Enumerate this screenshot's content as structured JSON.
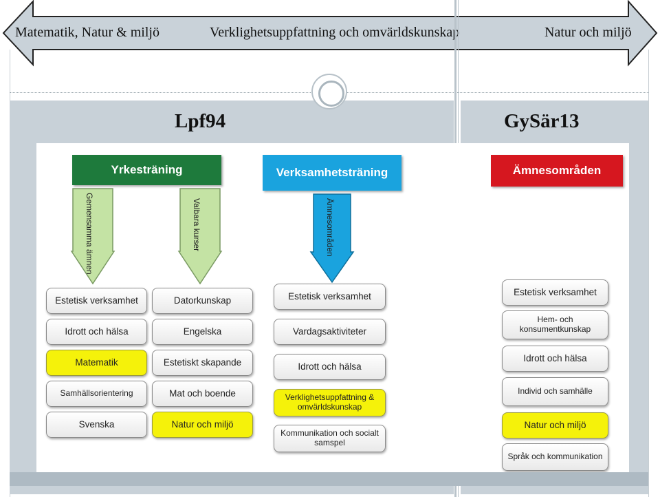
{
  "banner": {
    "left": "Matematik, Natur & miljö",
    "center": "Verklighetsuppfattning och omvärldskunskap",
    "right": "Natur och miljö"
  },
  "headings": {
    "left": "Lpf94",
    "right": "GySär13"
  },
  "lpf94": {
    "yrkestraning": {
      "title": "Yrkesträning",
      "color": "#1e7a3c",
      "arrows": [
        "Gemensamma ämnen",
        "Valbara kurser"
      ],
      "col1": [
        {
          "label": "Estetisk verksamhet",
          "highlight": false
        },
        {
          "label": "Idrott och hälsa",
          "highlight": false
        },
        {
          "label": "Matematik",
          "highlight": true
        },
        {
          "label": "Samhällsorientering",
          "highlight": false
        },
        {
          "label": "Svenska",
          "highlight": false
        }
      ],
      "col2": [
        {
          "label": "Datorkunskap",
          "highlight": false
        },
        {
          "label": "Engelska",
          "highlight": false
        },
        {
          "label": "Estetiskt skapande",
          "highlight": false
        },
        {
          "label": "Mat och boende",
          "highlight": false
        },
        {
          "label": "Natur och miljö",
          "highlight": true
        }
      ]
    },
    "verksamhetstraning": {
      "title": "Verksamhetsträning",
      "color": "#1aa3de",
      "arrow": "Ämnesområden",
      "items": [
        {
          "label": "Estetisk verksamhet",
          "highlight": false
        },
        {
          "label": "Vardagsaktiviteter",
          "highlight": false
        },
        {
          "label": "Idrott och hälsa",
          "highlight": false
        },
        {
          "label": "Verklighetsuppfattning & omvärldskunskap",
          "highlight": true
        },
        {
          "label": "Kommunikation och socialt samspel",
          "highlight": false
        }
      ]
    }
  },
  "gysar13": {
    "title": "Ämnesområden",
    "color": "#d6171f",
    "items": [
      {
        "label": "Estetisk verksamhet",
        "highlight": false
      },
      {
        "label": "Hem- och konsumentkunskap",
        "highlight": false
      },
      {
        "label": "Idrott och hälsa",
        "highlight": false
      },
      {
        "label": "Individ och samhälle",
        "highlight": false
      },
      {
        "label": "Natur och miljö",
        "highlight": true
      },
      {
        "label": "Språk och kommunikation",
        "highlight": false
      }
    ]
  }
}
